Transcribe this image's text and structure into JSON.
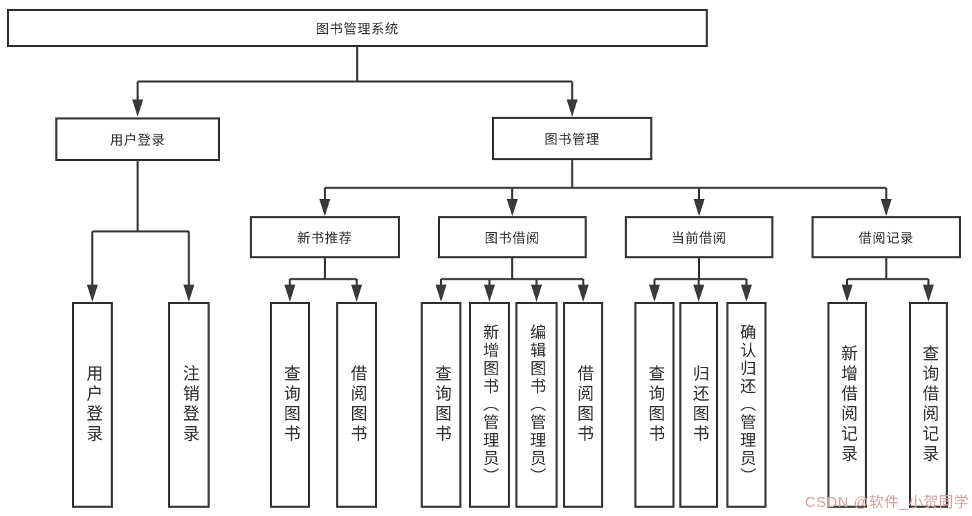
{
  "tree": {
    "root": {
      "label": "图书管理系统"
    },
    "branches": [
      {
        "label": "用户登录",
        "children": [
          "用户登录",
          "注销登录"
        ]
      },
      {
        "label": "图书管理",
        "groups": [
          {
            "label": "新书推荐",
            "children": [
              "查询图书",
              "借阅图书"
            ]
          },
          {
            "label": "图书借阅",
            "children": [
              "查询图书",
              "新增图书（管理员）",
              "编辑图书（管理员）",
              "借阅图书"
            ]
          },
          {
            "label": "当前借阅",
            "children": [
              "查询图书",
              "归还图书",
              "确认归还（管理员）"
            ]
          },
          {
            "label": "借阅记录",
            "children": [
              "新增借阅记录",
              "查询借阅记录"
            ]
          }
        ]
      }
    ]
  },
  "watermark": {
    "text": "CSDN @软件_小贺同学",
    "color": "#d59f9f"
  },
  "colors": {
    "line": "#3a3a3a",
    "box_border": "#383838",
    "text": "#2e2e2e",
    "background": "#ffffff"
  }
}
